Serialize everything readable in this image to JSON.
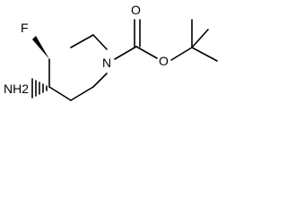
{
  "structure": {
    "atom_labels": {
      "fluorine": "F",
      "amine": "NH2",
      "ring_nitrogen": "N",
      "carbonyl_oxygen": "O",
      "ester_oxygen": "O"
    },
    "colors": {
      "ink": "#000000",
      "background": "#ffffff"
    }
  }
}
